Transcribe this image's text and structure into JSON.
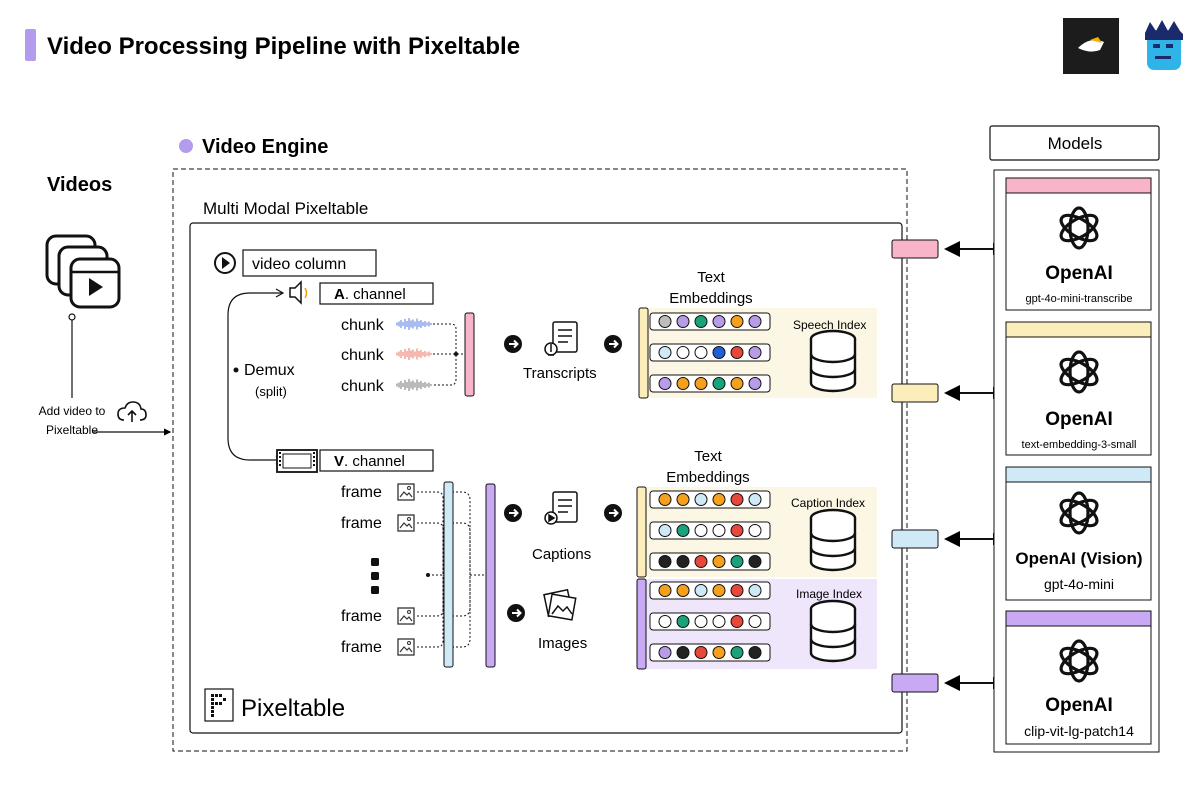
{
  "header": {
    "title": "Video Processing Pipeline with Pixeltable"
  },
  "videos": {
    "title": "Videos",
    "add_label_line1": "Add video to",
    "add_label_line2": "Pixeltable"
  },
  "engine": {
    "title": "Video Engine",
    "multimodal_label": "Multi Modal Pixeltable",
    "video_column_label": "video column",
    "demux_label": "Demux",
    "demux_sub": "(split)",
    "audio_channel": {
      "prefix": "A",
      "suffix": ". channel"
    },
    "video_channel": {
      "prefix": "V",
      "suffix": ". channel"
    },
    "chunks": [
      "chunk",
      "chunk",
      "chunk"
    ],
    "frames": [
      "frame",
      "frame",
      "frame",
      "frame"
    ],
    "transcripts_label": "Transcripts",
    "captions_label": "Captions",
    "images_label": "Images",
    "text_embeddings_line1": "Text",
    "text_embeddings_line2": "Embeddings",
    "speech_index": "Speech Index",
    "caption_index": "Caption Index",
    "image_index": "Image Index",
    "brand": "Pixeltable"
  },
  "models": {
    "title": "Models",
    "items": [
      {
        "vendor": "OpenAI",
        "model": "gpt-4o-mini-transcribe",
        "color": "#f8b4c8"
      },
      {
        "vendor": "OpenAI",
        "model": "text-embedding-3-small",
        "color": "#fbeebb"
      },
      {
        "vendor": "OpenAI (Vision)",
        "model": "gpt-4o-mini",
        "color": "#cfe9f7"
      },
      {
        "vendor": "OpenAI",
        "model": "clip-vit-lg-patch14",
        "color": "#c9a9f3"
      }
    ]
  },
  "colors": {
    "accent_purple": "#b39ced",
    "pink": "#f8b4c8",
    "yellow": "#fbeebb",
    "light_blue": "#cfe9f7",
    "purple": "#c9a9f3",
    "speech_bg": "#fbf7e4",
    "image_bg": "#efe6fb"
  }
}
